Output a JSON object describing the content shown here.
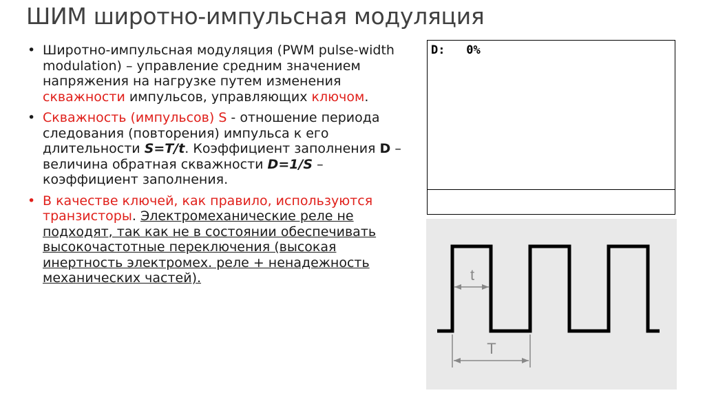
{
  "slide": {
    "title": "ШИМ широтно-импульсная модуляция",
    "bullets": [
      {
        "segments": [
          {
            "t": "Широтно-импульсная модуляция (PWM pulse-width modulation) – управление средним значением напряжения на нагрузке путем изменения ",
            "style": "normal"
          },
          {
            "t": "скважности",
            "style": "red"
          },
          {
            "t": " импульсов, управляющих ",
            "style": "normal"
          },
          {
            "t": "ключом",
            "style": "red"
          },
          {
            "t": ".",
            "style": "normal"
          }
        ]
      },
      {
        "segments": [
          {
            "t": "Скважность (импульсов) S",
            "style": "red"
          },
          {
            "t": " - отношение периода следования (повторения) импульса к его длительности ",
            "style": "normal"
          },
          {
            "t": "S=T/t",
            "style": "bi"
          },
          {
            "t": ". Коэффициент заполнения ",
            "style": "normal"
          },
          {
            "t": "D",
            "style": "bold"
          },
          {
            "t": " – величина обратная скважности ",
            "style": "normal"
          },
          {
            "t": "D=1/S",
            "style": "bi"
          },
          {
            "t": " – коэффициент заполнения.",
            "style": "normal"
          }
        ]
      },
      {
        "dot_red": true,
        "segments": [
          {
            "t": "В качестве ключей, как правило, используются транзисторы",
            "style": "red"
          },
          {
            "t": ". ",
            "style": "normal"
          },
          {
            "t": "Электромеханические реле не подходят, так как не в состоянии обеспечивать высокочастотные переключения (высокая инертность электромех. реле + ненадежность механических частей).",
            "style": "u"
          }
        ]
      }
    ]
  },
  "scope": {
    "label": "D:",
    "value": "0%"
  },
  "diagram": {
    "pulse_label": "t",
    "period_label": "T",
    "colors": {
      "wave": "#000000",
      "dim": "#888888",
      "background": "#e9e9e9",
      "accent": "#e0201b"
    }
  }
}
